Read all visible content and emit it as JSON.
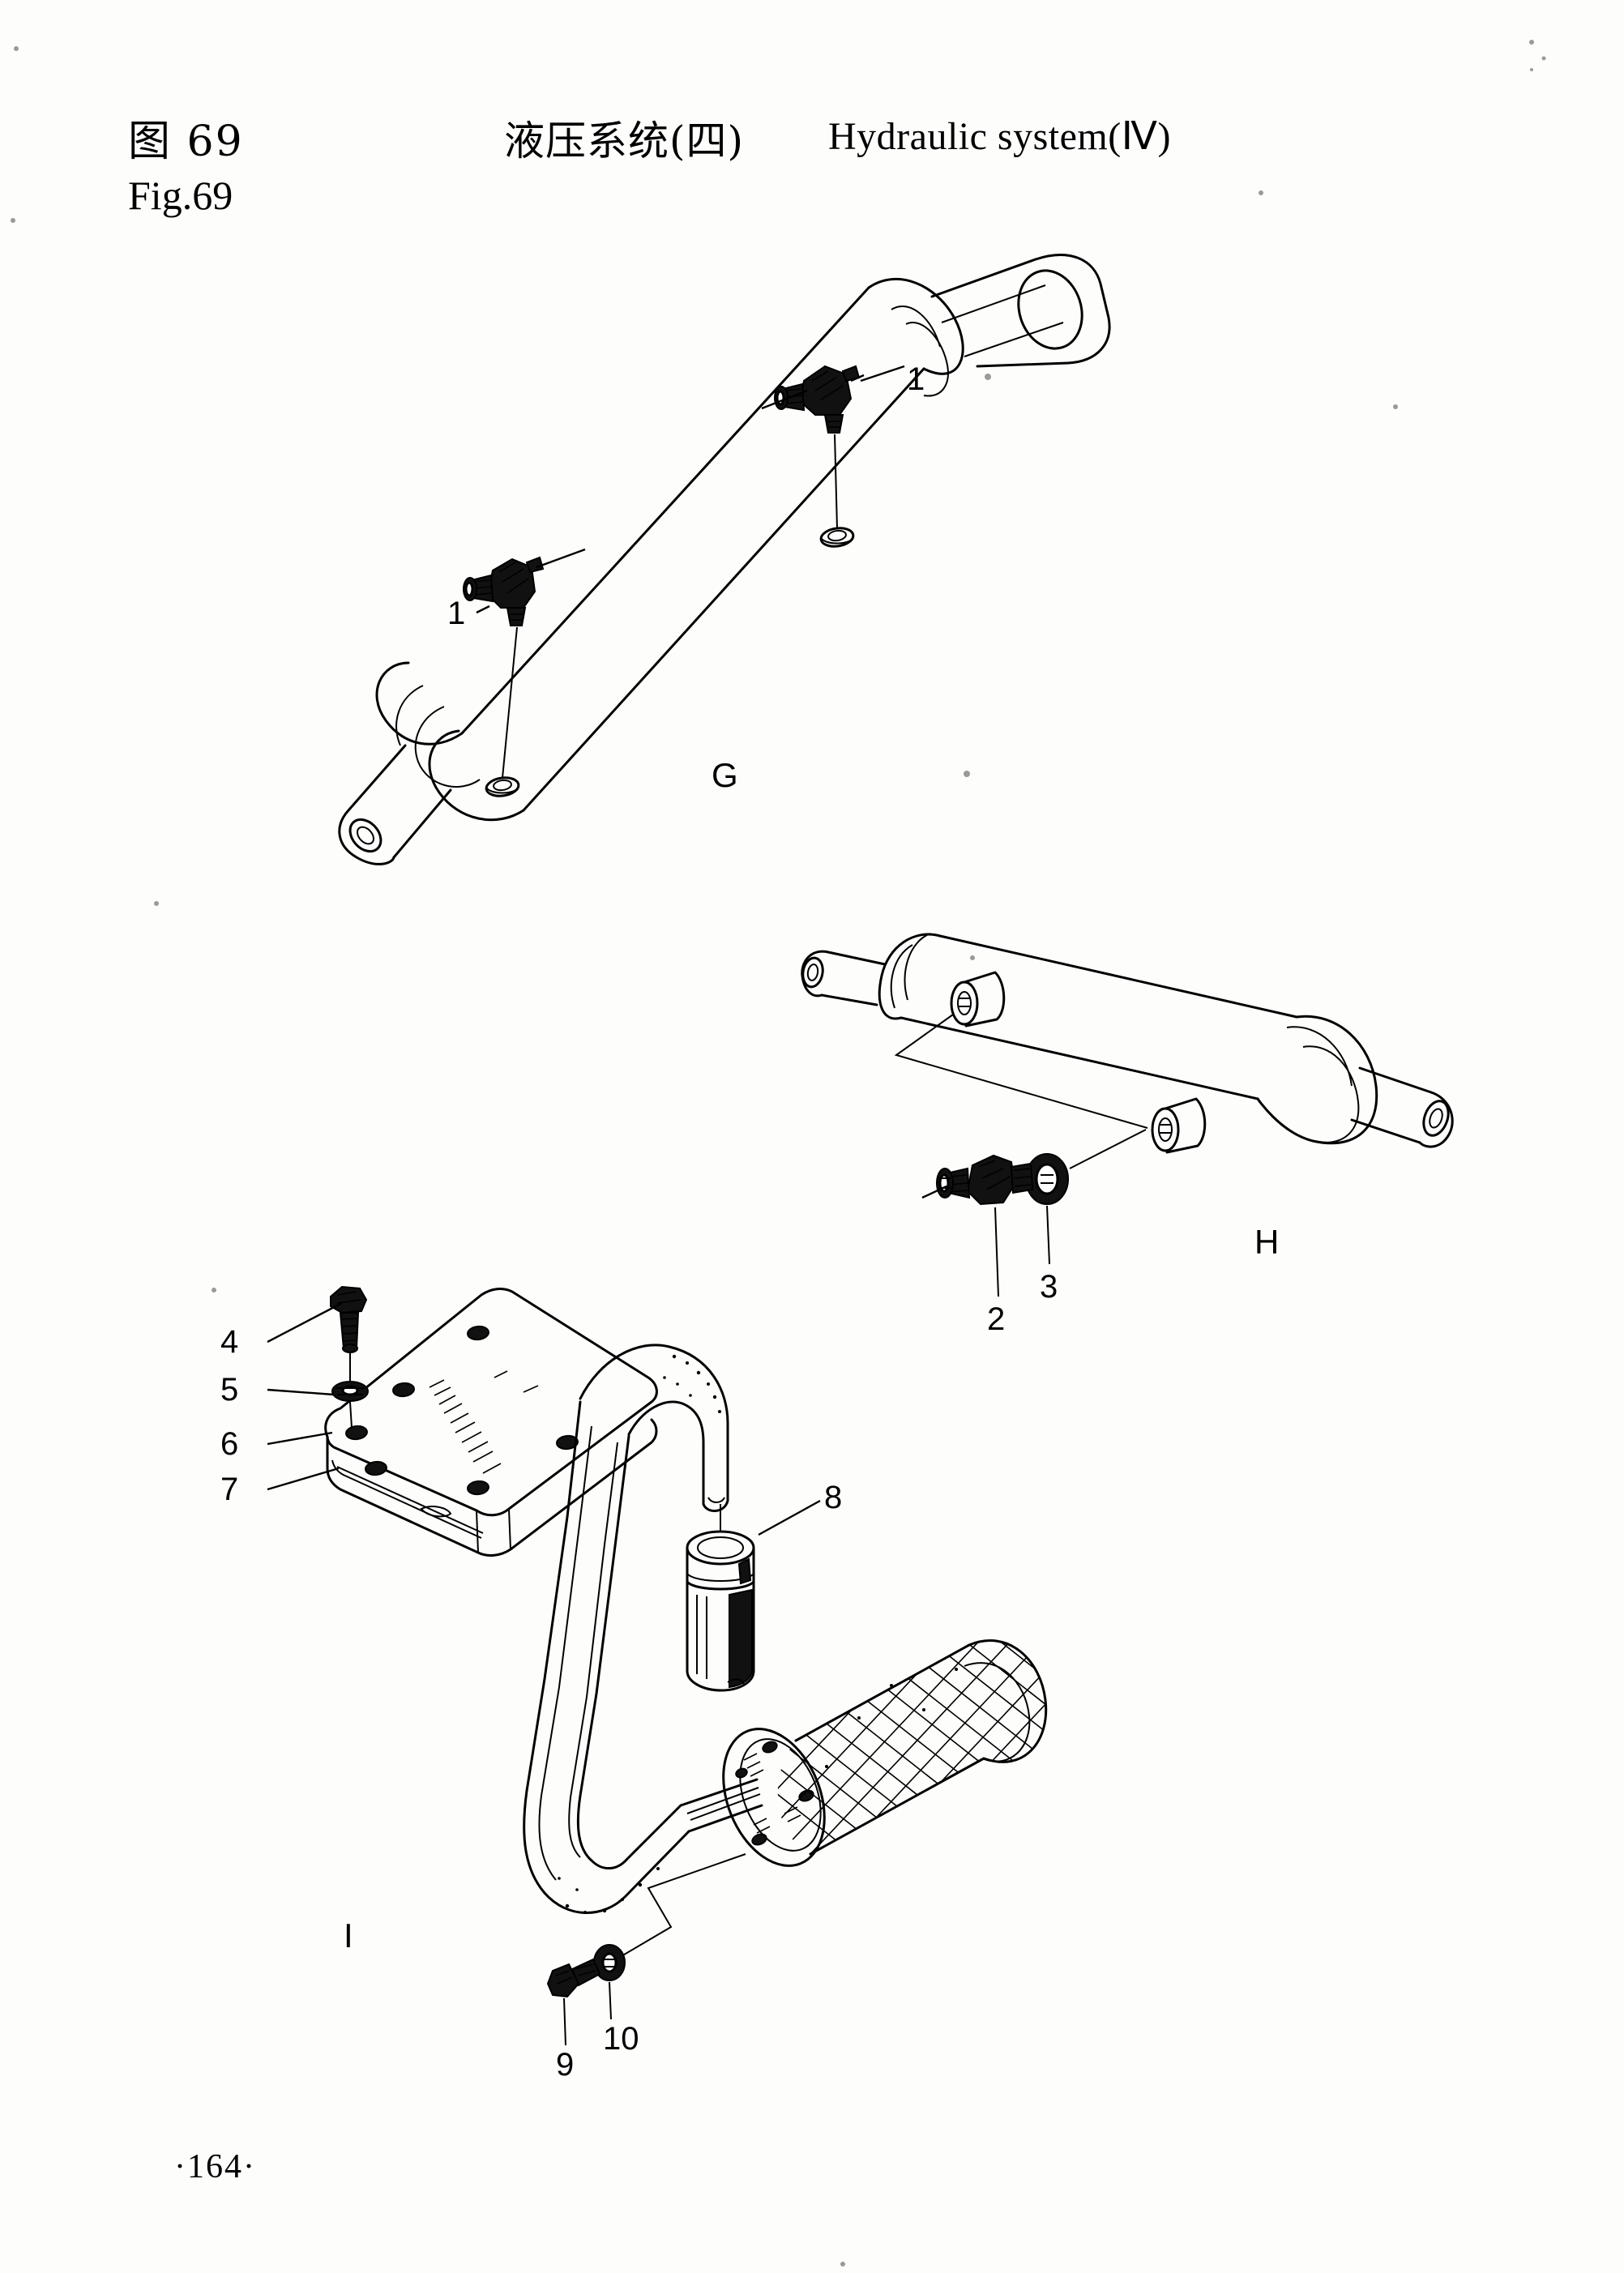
{
  "header": {
    "figure_label_cn": "图 69",
    "figure_label_en": "Fig.69",
    "title_cn": "液压系统(四)",
    "title_en": "Hydraulic  system(Ⅳ)"
  },
  "footer": {
    "page_number": "·164·"
  },
  "groups": [
    {
      "id": "G",
      "label": "G",
      "description": "hydraulic-cylinder-assembly-upper"
    },
    {
      "id": "H",
      "label": "H",
      "description": "hydraulic-cylinder-assembly-lower"
    },
    {
      "id": "I",
      "label": "I",
      "description": "suction-strainer-and-mounting-plate-assembly"
    }
  ],
  "callouts": [
    {
      "ref": "1",
      "label": "1",
      "group": "G",
      "part": "elbow-fitting-upper"
    },
    {
      "ref": "1b",
      "label": "1",
      "group": "G",
      "part": "elbow-fitting-lower"
    },
    {
      "ref": "2",
      "label": "2",
      "group": "H",
      "part": "straight-fitting"
    },
    {
      "ref": "3",
      "label": "3",
      "group": "H",
      "part": "sealing-washer"
    },
    {
      "ref": "4",
      "label": "4",
      "group": "I",
      "part": "hex-head-bolt"
    },
    {
      "ref": "5",
      "label": "5",
      "group": "I",
      "part": "washer"
    },
    {
      "ref": "6",
      "label": "6",
      "group": "I",
      "part": "cover-plate"
    },
    {
      "ref": "7",
      "label": "7",
      "group": "I",
      "part": "gasket"
    },
    {
      "ref": "8",
      "label": "8",
      "group": "I",
      "part": "pipe-sleeve"
    },
    {
      "ref": "9",
      "label": "9",
      "group": "I",
      "part": "bolt"
    },
    {
      "ref": "10",
      "label": "10",
      "group": "I",
      "part": "washer"
    }
  ],
  "colors": {
    "ink": "#000000",
    "paper": "#fdfdfc"
  }
}
